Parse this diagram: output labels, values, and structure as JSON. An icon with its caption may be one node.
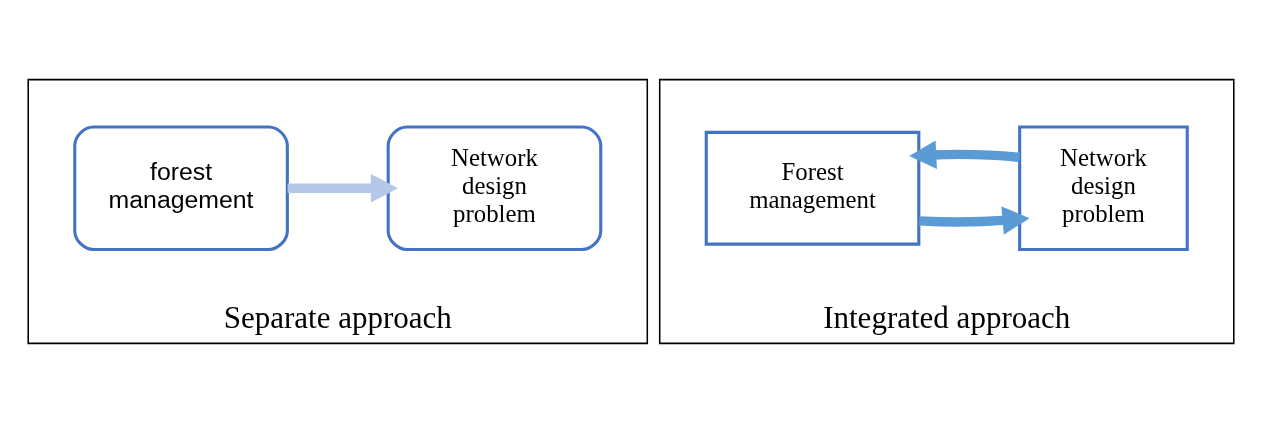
{
  "diagram": {
    "nodes": [
      {
        "text": [
          "Separate approach"
        ]
      },
      {
        "text": [
          "forest management"
        ],
        "in": 0
      },
      {
        "text": [
          "Network design problem"
        ],
        "in": 0
      },
      {
        "text": [
          "Integrated approach"
        ]
      },
      {
        "text": [
          "Forest management"
        ],
        "in": 3
      },
      {
        "text": [
          "Network design problem"
        ],
        "in": 3
      }
    ],
    "edges": [
      {
        "from": 1,
        "to": 2,
        "arrow": "to",
        "color": "#b4c7e7"
      },
      {
        "from": 4,
        "to": 5,
        "arrow": "to"
      },
      {
        "from": 5,
        "to": 4,
        "arrow": "to"
      }
    ]
  }
}
